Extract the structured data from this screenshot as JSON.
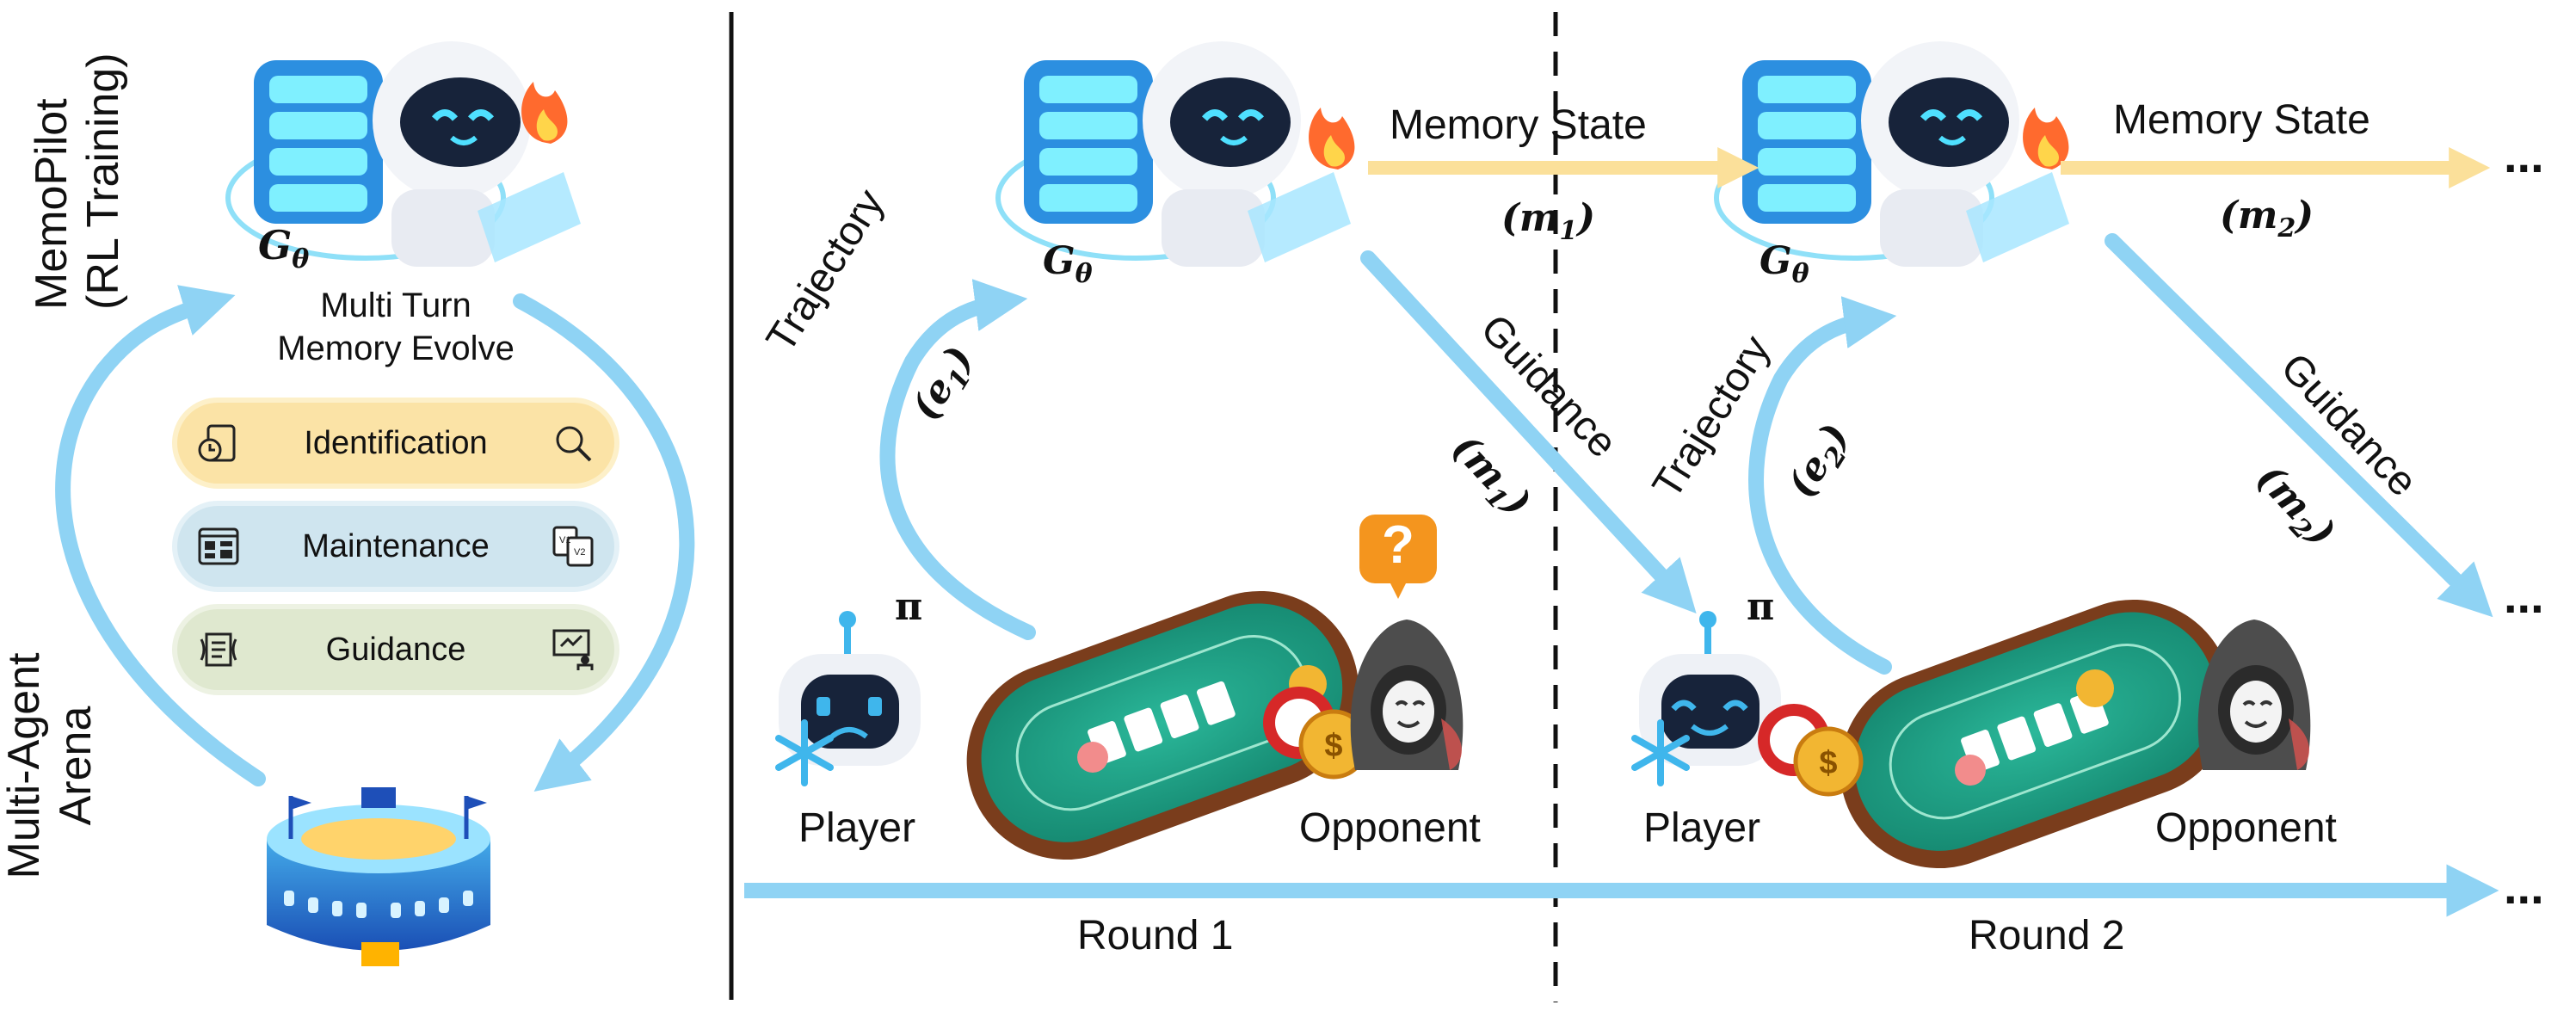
{
  "left_panel": {
    "top_side_label_line1": "MemoPilot",
    "top_side_label_line2": "(RL Training)",
    "bottom_side_label_line1": "Multi-Agent",
    "bottom_side_label_line2": "Arena",
    "model_label": "G",
    "model_sub": "θ",
    "caption_line1": "Multi Turn",
    "caption_line2": "Memory Evolve",
    "pills": [
      {
        "label": "Identification",
        "left_icon": "clock-doc-icon",
        "right_icon": "magnifier-icon",
        "color": "#fbe3a6"
      },
      {
        "label": "Maintenance",
        "left_icon": "dashboard-icon",
        "right_icon": "versions-icon",
        "color": "#cfe5ef"
      },
      {
        "label": "Guidance",
        "left_icon": "scroll-icon",
        "right_icon": "teacher-board-icon",
        "color": "#dfe8cf"
      }
    ]
  },
  "rounds": [
    {
      "model_label": "G",
      "model_sub": "θ",
      "memory_state_label": "Memory State",
      "memory_var": "m",
      "memory_sub": "1",
      "trajectory_label": "Trajectory",
      "trajectory_var": "e",
      "trajectory_sub": "1",
      "guidance_label": "Guidance",
      "guidance_var": "m",
      "guidance_sub": "1",
      "policy_label": "π",
      "player_label": "Player",
      "opponent_label": "Opponent",
      "round_label": "Round 1",
      "question_mark": "?"
    },
    {
      "model_label": "G",
      "model_sub": "θ",
      "memory_state_label": "Memory State",
      "memory_var": "m",
      "memory_sub": "2",
      "trajectory_label": "Trajectory",
      "trajectory_var": "e",
      "trajectory_sub": "2",
      "guidance_label": "Guidance",
      "guidance_var": "m",
      "guidance_sub": "2",
      "policy_label": "π",
      "player_label": "Player",
      "opponent_label": "Opponent",
      "round_label": "Round 2"
    }
  ],
  "continuation": "...",
  "colors": {
    "arrow_blue": "#8fd3f4",
    "memory_arrow": "#fbe09a",
    "table_felt": "#1fa58a",
    "table_rim": "#7a3d1c",
    "robot_blue": "#3fb6ec",
    "opponent_grey": "#4d4d4d"
  }
}
